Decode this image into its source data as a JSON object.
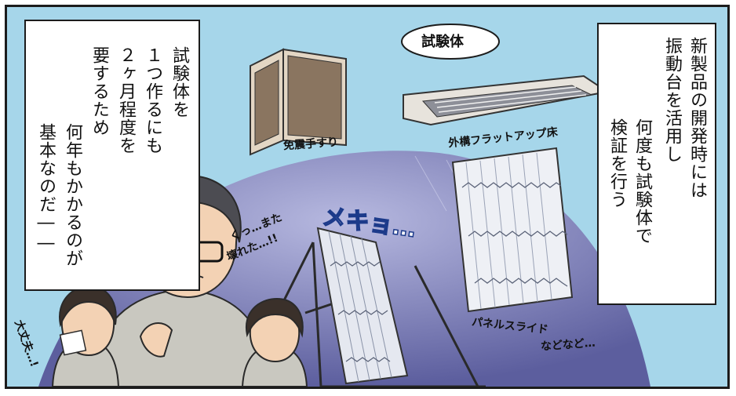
{
  "captions": {
    "left": {
      "col1": "試験体を",
      "col2": "１つ作るにも",
      "col3": "２ヶ月程度を",
      "col4": "要するため",
      "col5": "何年もかかるのが",
      "col6": "基本なのだ――"
    },
    "right": {
      "col1": "新製品の開発時には",
      "col2": "振動台を活用し",
      "col3": "何度も試験体で",
      "col4": "検証を行う"
    }
  },
  "labels": {
    "test_body": "試験体",
    "seismic_rail": "免震手すり",
    "flat_up": "外構フラットアップ床",
    "panel_slide": "パネルスライド",
    "etc": "などなど…",
    "sfx": "メキョ…",
    "exclaim_line1": "くっ…また",
    "exclaim_line2": "壊れた…!!",
    "worried": "大丈夫…!"
  },
  "colors": {
    "sky": "#a6d6ea",
    "floor": "#7d7fb8",
    "ink": "#1c1c1c"
  }
}
